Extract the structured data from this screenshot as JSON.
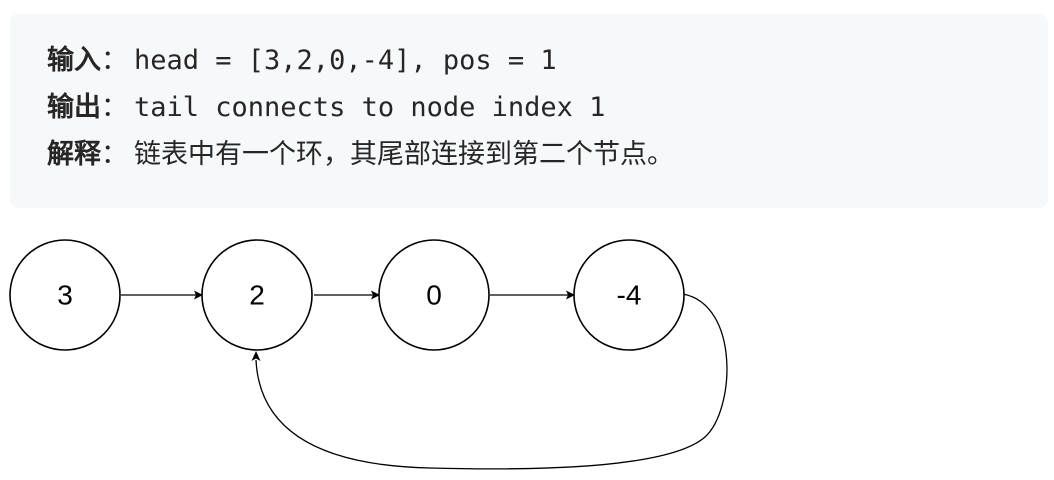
{
  "example": {
    "input": {
      "label": "输入",
      "colon": "：",
      "text": "head = [3,2,0,-4], pos = 1"
    },
    "output": {
      "label": "输出",
      "colon": "：",
      "text": "tail connects to node index 1"
    },
    "explanation": {
      "label": "解释",
      "colon": "：",
      "text": "链表中有一个环，其尾部连接到第二个节点。"
    }
  },
  "diagram": {
    "nodes": [
      {
        "label": "3"
      },
      {
        "label": "2"
      },
      {
        "label": "0"
      },
      {
        "label": "-4"
      }
    ],
    "edges": [
      {
        "from": 0,
        "to": 1
      },
      {
        "from": 1,
        "to": 2
      },
      {
        "from": 2,
        "to": 3
      },
      {
        "from": 3,
        "to": 1
      }
    ]
  }
}
